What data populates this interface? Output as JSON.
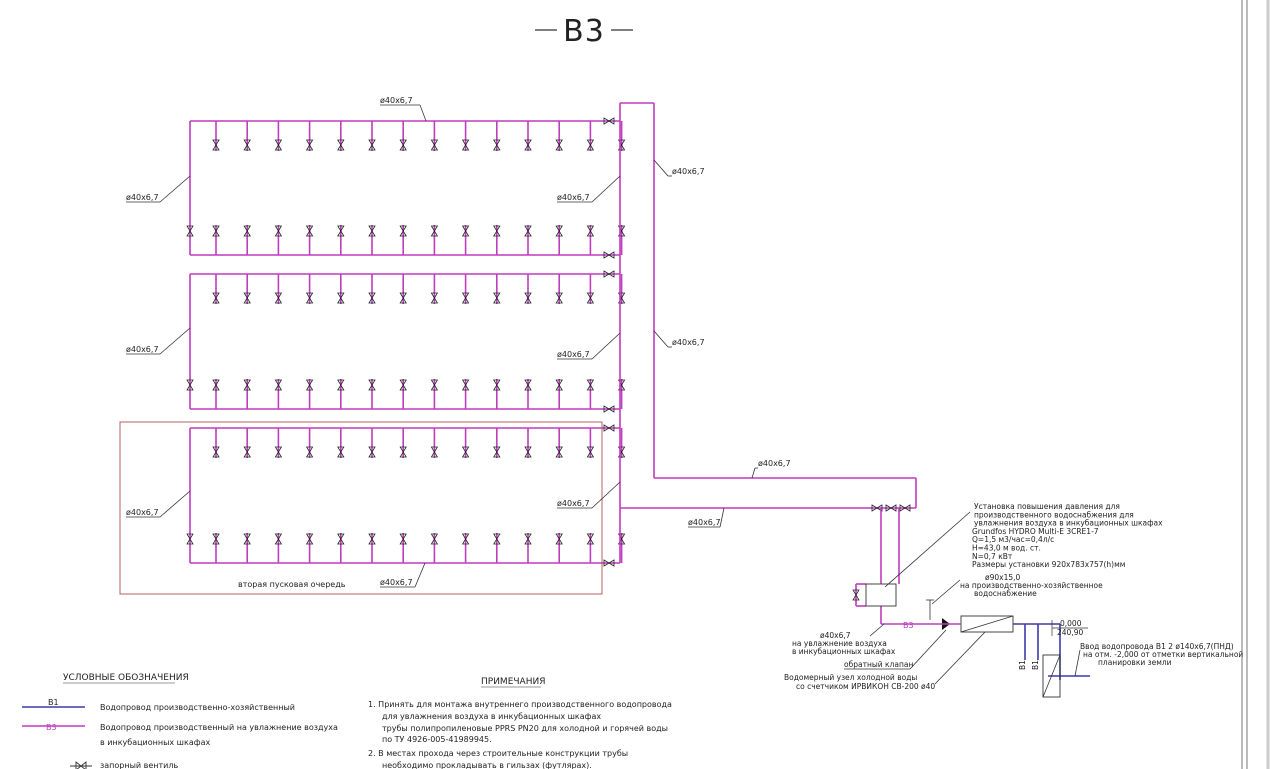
{
  "drawing": {
    "title": "В3",
    "pipe_label": "ø40х6,7",
    "queue_label": "вторая пусковая очередь",
    "pump": {
      "lines": [
        "Установка повышения давления для",
        "производственного водоснабжения для",
        "увлажнения воздуха в инкубационных шкафах",
        "Grundfos HYDRO Multi-E 3CRE1-7",
        "Q=1,5 м3/час=0,4л/с",
        "H=43,0 м вод. ст.",
        "N=0,7 кВт",
        "Размеры установки 920х783х757(h)мм"
      ]
    },
    "main_supply": {
      "size": "ø90х15,0",
      "purpose": [
        "на производственно-хозяйственное",
        "водоснабжение"
      ]
    },
    "humid_supply": {
      "size": "ø40х6,7",
      "purpose": [
        "на увлажнение воздуха",
        "в инкубационных шкафах"
      ]
    },
    "check_valve": "обратный клапан",
    "meter": [
      "Водомерный узел холодной воды",
      "со счетчиком ИРВИКОН СВ-200 ø40"
    ],
    "elev_top": "0,000",
    "elev_bottom": "240,90",
    "v1": "В1",
    "v3": "В3",
    "inlet": [
      "Ввод водопровода В1 2 ø140х6,7(ПНД)",
      "на отм. -2,000 от отметки вертикальной",
      "планировки земли"
    ]
  },
  "legend": {
    "title": "УСЛОВНЫЕ ОБОЗНАЧЕНИЯ",
    "items": [
      {
        "code": "В1",
        "text": "Водопровод производственно-хозяйственный"
      },
      {
        "code": "В3",
        "text": "Водопровод производственный на увлажнение воздуха",
        "text2": "в инкубационных шкафах"
      },
      {
        "code": "",
        "text": "запорный вентиль"
      }
    ],
    "colors": {
      "v1": "#3b3ba8",
      "v3": "#c03cc0"
    }
  },
  "notes": {
    "title": "ПРИМЕЧАНИЯ",
    "lines": [
      "1. Принять для монтажа внутреннего производственного водопровода",
      "для увлажнения воздуха в инкубационных шкафах",
      "трубы полипропиленовые PPRS PN20 для холодной и горячей воды",
      "по ТУ 4926-005-41989945.",
      "2. В местах прохода через строительные конструкции трубы",
      "необходимо прокладывать в гильзах (футлярах)."
    ]
  }
}
